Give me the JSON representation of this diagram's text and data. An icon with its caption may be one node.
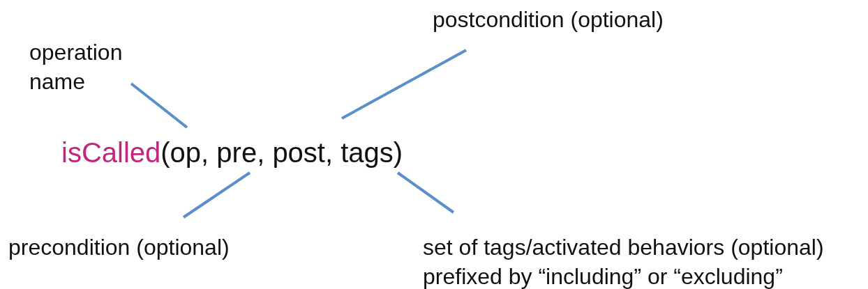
{
  "diagram": {
    "nodes": [
      {
        "text": [
          "operation name"
        ]
      },
      {
        "text": [
          "postcondition (optional)"
        ]
      },
      {
        "text": [
          "isCalled",
          "(op, pre, post, tags)"
        ]
      },
      {
        "text": [
          "precondition (optional)"
        ]
      },
      {
        "text": [
          "set of tags/activated behaviors (optional) prefixed by “including” or “excluding”"
        ]
      }
    ],
    "edges": [
      {
        "from": 0,
        "to": 2,
        "arrow": "none"
      },
      {
        "from": 1,
        "to": 2,
        "arrow": "none"
      },
      {
        "from": 3,
        "to": 2,
        "arrow": "none"
      },
      {
        "from": 4,
        "to": 2,
        "arrow": "none"
      }
    ]
  }
}
